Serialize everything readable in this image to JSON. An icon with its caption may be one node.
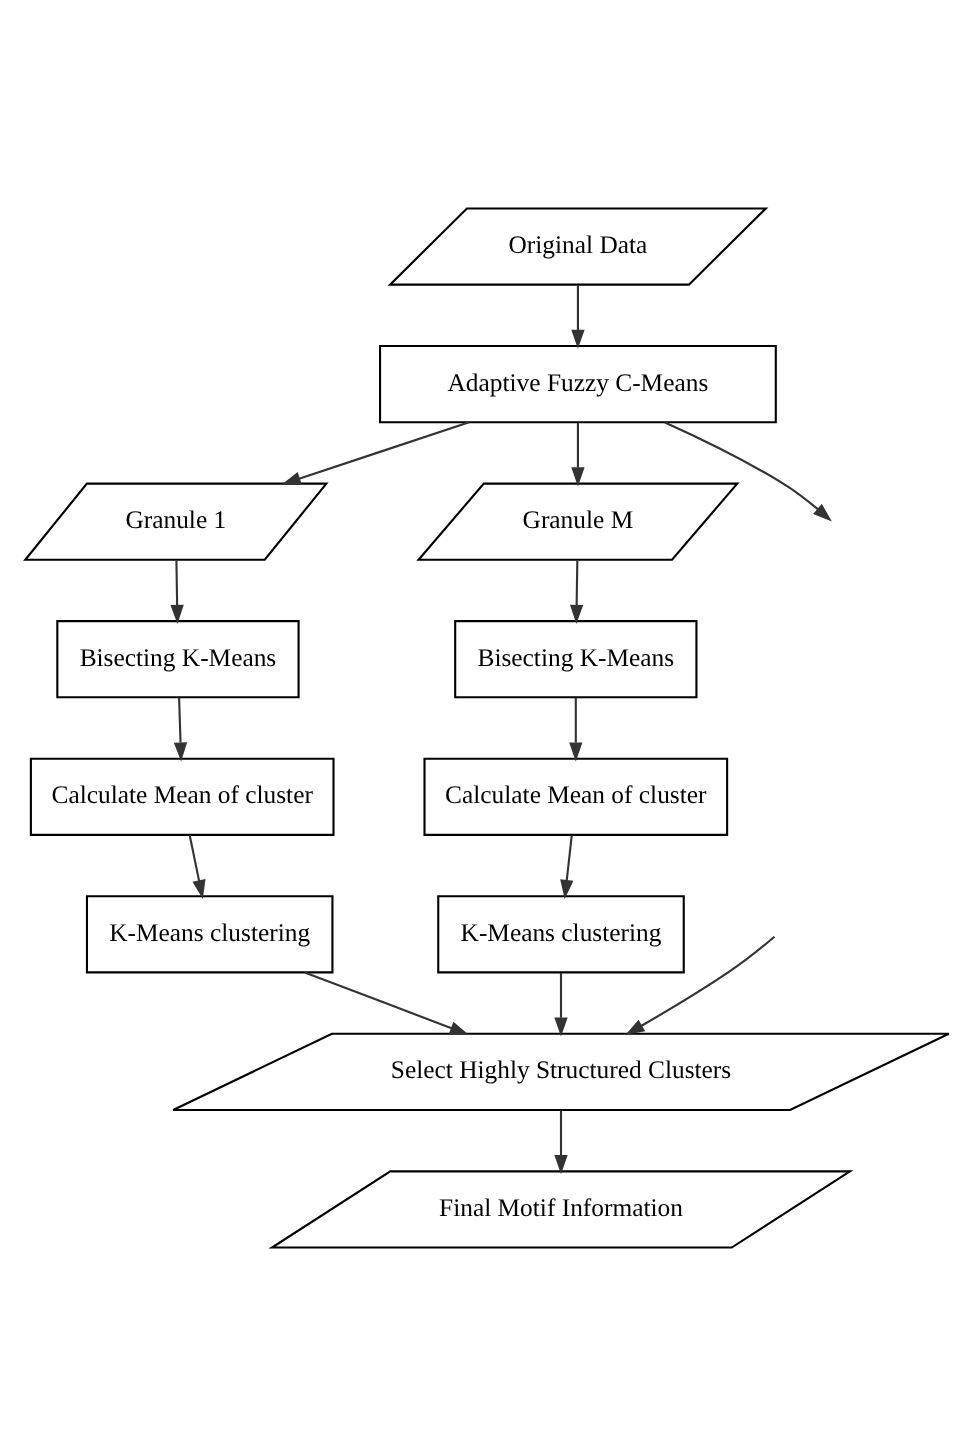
{
  "diagram": {
    "nodes": [
      {
        "text": [
          "Original Data"
        ]
      },
      {
        "text": [
          "Adaptive Fuzzy C-Means"
        ]
      },
      {
        "text": [
          "Granule 1"
        ]
      },
      {
        "text": [
          "Granule M"
        ]
      },
      {
        "text": [
          "Bisecting K-Means"
        ]
      },
      {
        "text": [
          "Calculate Mean of cluster"
        ]
      },
      {
        "text": [
          "K-Means clustering"
        ]
      },
      {
        "text": [
          "Bisecting K-Means"
        ]
      },
      {
        "text": [
          "Calculate Mean of cluster"
        ]
      },
      {
        "text": [
          "K-Means clustering"
        ]
      },
      {
        "text": [
          "Select Highly Structured Clusters"
        ]
      },
      {
        "text": [
          "Final Motif Information"
        ]
      }
    ],
    "edges": [
      {
        "from": 0,
        "to": 1,
        "arrow": "to"
      },
      {
        "from": 1,
        "to": 2,
        "arrow": "to"
      },
      {
        "from": 1,
        "to": null,
        "arrow": "to"
      },
      {
        "from": 1,
        "to": 3,
        "arrow": "to"
      },
      {
        "from": 2,
        "to": 4,
        "arrow": "to"
      },
      {
        "from": 4,
        "to": 5,
        "arrow": "to"
      },
      {
        "from": 5,
        "to": 6,
        "arrow": "to"
      },
      {
        "from": 3,
        "to": 7,
        "arrow": "to"
      },
      {
        "from": 7,
        "to": 8,
        "arrow": "to"
      },
      {
        "from": 8,
        "to": 9,
        "arrow": "to"
      },
      {
        "from": 6,
        "to": 10,
        "arrow": "to"
      },
      {
        "from": null,
        "to": 10,
        "arrow": "to"
      },
      {
        "from": 9,
        "to": 10,
        "arrow": "to"
      },
      {
        "from": 10,
        "to": 11,
        "arrow": "to"
      }
    ]
  }
}
